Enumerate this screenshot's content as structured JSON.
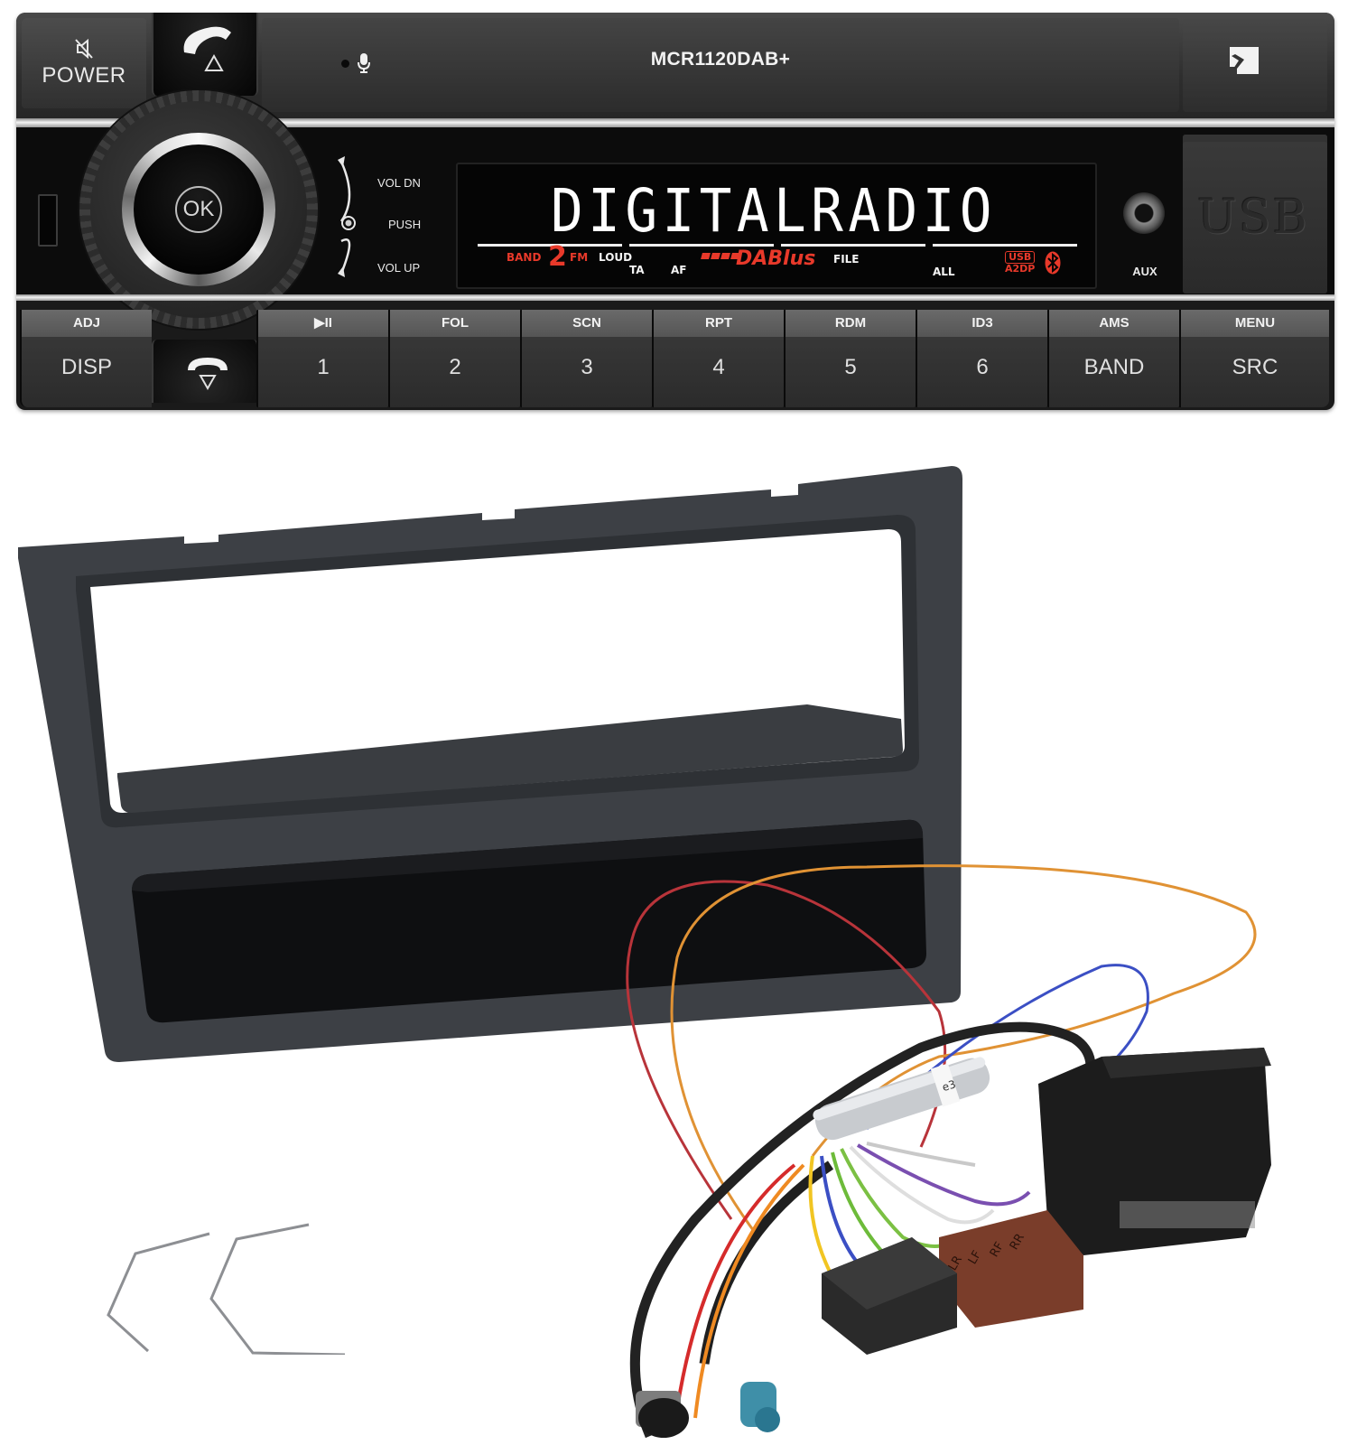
{
  "image": {
    "description": "Product photo: car DAB+ digital radio with installation bezel, wiring harness adapter and removal keys"
  },
  "radio": {
    "model": "MCR1120DAB+",
    "top_buttons": {
      "power_label": "POWER",
      "mute_icon": "speaker-mute-icon",
      "call_accept_icon": "phone-pickup-icon",
      "call_accept_arrow": "triangle-up-icon",
      "mic_icon": "microphone-icon",
      "brand_logo": "kenwood-k-logo-icon"
    },
    "knob": {
      "center_label": "OK",
      "labels": {
        "vol_dn": "VOL DN",
        "push": "PUSH",
        "vol_up": "VOL UP"
      }
    },
    "display": {
      "main_text": "DIGITALRADIO",
      "indicators": {
        "band_label": "BAND",
        "band_number": "2",
        "fm": "FM",
        "loud": "LOUD",
        "ta": "TA",
        "af": "AF",
        "dab": "DABlus",
        "file": "FILE",
        "all": "ALL",
        "usb": "USB",
        "a2dp": "A2DP",
        "bluetooth_icon": "bluetooth-icon"
      },
      "colors": {
        "segment": "#ffffff",
        "accent": "#e8392a",
        "background": "#050505"
      }
    },
    "aux_label": "AUX",
    "usb_cover_label": "USB",
    "buttons": [
      {
        "cap": "ADJ",
        "main": "DISP"
      },
      {
        "cap": "▶II",
        "main": "1"
      },
      {
        "cap": "FOL",
        "main": "2"
      },
      {
        "cap": "SCN",
        "main": "3"
      },
      {
        "cap": "RPT",
        "main": "4"
      },
      {
        "cap": "RDM",
        "main": "5"
      },
      {
        "cap": "ID3",
        "main": "6"
      },
      {
        "cap": "AMS",
        "main": "BAND"
      },
      {
        "cap": "MENU",
        "main": "SRC"
      }
    ]
  },
  "accessories": {
    "bezel_color": "#3b3e42",
    "connector_labels": [
      "LR",
      "LF",
      "RF",
      "RR"
    ],
    "antenna_adapter_label": "e3"
  }
}
